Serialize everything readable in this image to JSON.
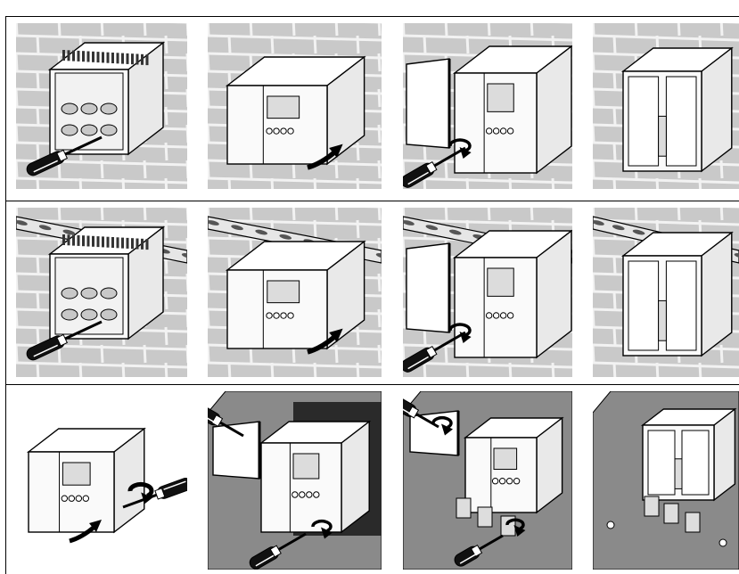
{
  "figure": {
    "rows": [
      {
        "row": "wall",
        "steps": [
          {
            "step": "open-base-knockouts",
            "icons": [
              "brick-wall-icon",
              "base-housing-icon",
              "screwdriver-icon"
            ]
          },
          {
            "step": "hook-on-front-housing",
            "icons": [
              "brick-wall-icon",
              "controller-housing-icon",
              "rotation-arrow-icon"
            ]
          },
          {
            "step": "tighten-front-screw",
            "icons": [
              "brick-wall-icon",
              "open-cover-icon",
              "screwdriver-icon",
              "rotation-arrow-icon"
            ]
          },
          {
            "step": "closed-unit",
            "icons": [
              "brick-wall-icon",
              "closed-controller-icon"
            ]
          }
        ]
      },
      {
        "row": "din-rail",
        "steps": [
          {
            "step": "open-base-knockouts",
            "icons": [
              "din-rail-icon",
              "base-housing-icon",
              "screwdriver-icon"
            ]
          },
          {
            "step": "hook-on-front-housing",
            "icons": [
              "din-rail-icon",
              "controller-housing-icon",
              "rotation-arrow-icon"
            ]
          },
          {
            "step": "tighten-front-screw",
            "icons": [
              "din-rail-icon",
              "open-cover-icon",
              "screwdriver-icon",
              "rotation-arrow-icon"
            ]
          },
          {
            "step": "closed-unit",
            "icons": [
              "din-rail-icon",
              "closed-controller-icon"
            ]
          }
        ]
      },
      {
        "row": "panel",
        "steps": [
          {
            "step": "fit-clamps",
            "icons": [
              "controller-housing-icon",
              "screwdriver-icon",
              "rotation-arrow-icon"
            ]
          },
          {
            "step": "insert-into-cutout",
            "icons": [
              "panel-cutout-icon",
              "open-cover-icon",
              "screwdriver-icon",
              "rotation-arrow-icon"
            ]
          },
          {
            "step": "tighten-clamps",
            "icons": [
              "panel-icon",
              "open-cover-icon",
              "screwdriver-icon",
              "rotation-arrow-icon"
            ]
          },
          {
            "step": "mounted-unit",
            "icons": [
              "panel-icon",
              "closed-controller-icon"
            ]
          }
        ]
      }
    ],
    "colors": {
      "line": "#000000",
      "paper": "#ffffff",
      "wall": "#c9c9c9",
      "mortar": "#f2f2f2",
      "panel": "#8a8a8a",
      "cutout": "#2a2a2a",
      "housing": "#fafafa",
      "display": "#dcdcdc"
    }
  }
}
